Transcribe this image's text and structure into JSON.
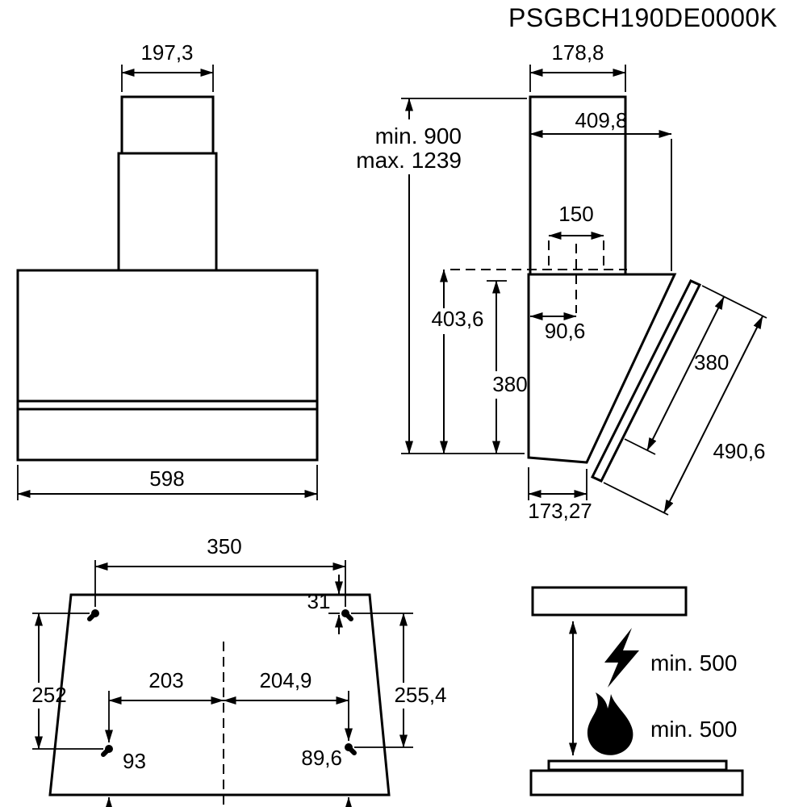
{
  "title": "PSGBCH190DE0000K",
  "colors": {
    "ink": "#000000",
    "background": "#ffffff"
  },
  "front_view": {
    "chimney_width": "197,3",
    "body_width": "598"
  },
  "side_view": {
    "chimney_depth": "178,8",
    "height_min": "min. 900",
    "height_max": "max. 1239",
    "total_depth": "409,8",
    "duct_width": "150",
    "body_height": "403,6",
    "duct_center_offset": "90,6",
    "rear_panel_height": "380",
    "glass_panel_width": "380",
    "glass_panel_length": "490,6",
    "bottom_depth": "173,27"
  },
  "mounting_view": {
    "upper_holes_spacing": "350",
    "top_edge_offset": "31",
    "left_holes_spacing": "252",
    "right_holes_spacing": "255,4",
    "lower_left_to_center": "203",
    "lower_right_to_center": "204,9",
    "bottom_left_offset": "93",
    "bottom_right_offset": "89,6"
  },
  "clearance_view": {
    "electric_hob_clearance": "min. 500",
    "gas_hob_clearance": "min. 500"
  }
}
